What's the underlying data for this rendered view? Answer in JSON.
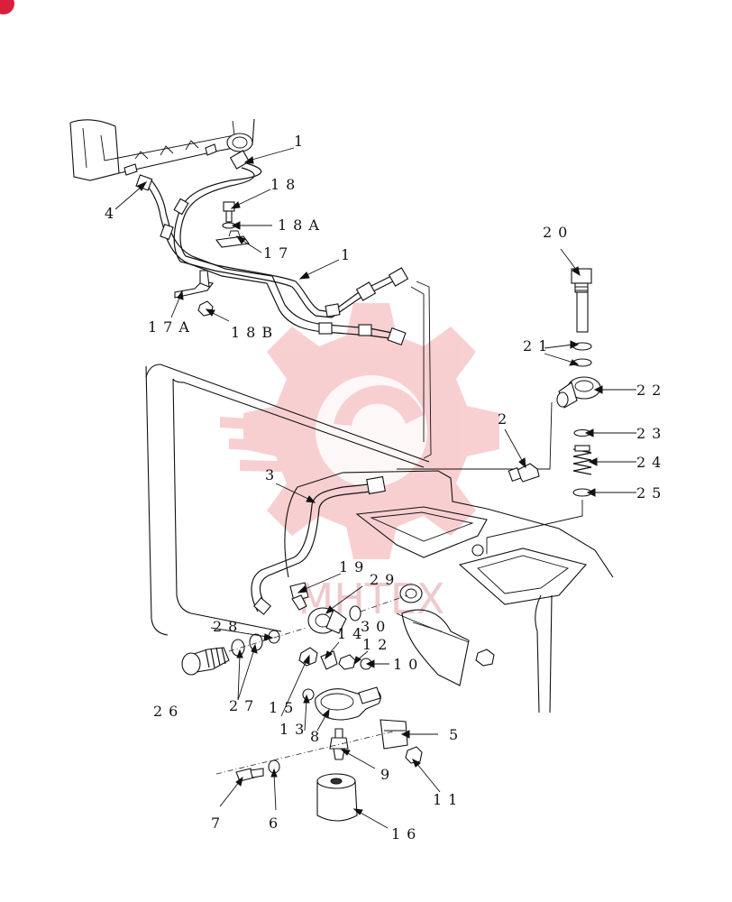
{
  "badge_color": "#d8203a",
  "watermark": {
    "text": "MHTEX",
    "color": "#f2a3a8"
  },
  "callouts": [
    {
      "id": "c1a",
      "text": "1"
    },
    {
      "id": "c1b",
      "text": "1"
    },
    {
      "id": "c2",
      "text": "2"
    },
    {
      "id": "c3",
      "text": "3"
    },
    {
      "id": "c4",
      "text": "4"
    },
    {
      "id": "c5",
      "text": "5"
    },
    {
      "id": "c6",
      "text": "6"
    },
    {
      "id": "c7",
      "text": "7"
    },
    {
      "id": "c8",
      "text": "8"
    },
    {
      "id": "c9",
      "text": "9"
    },
    {
      "id": "c10",
      "text": "10"
    },
    {
      "id": "c11",
      "text": "11"
    },
    {
      "id": "c12",
      "text": "12"
    },
    {
      "id": "c13",
      "text": "13"
    },
    {
      "id": "c14",
      "text": "14"
    },
    {
      "id": "c15",
      "text": "15"
    },
    {
      "id": "c16",
      "text": "16"
    },
    {
      "id": "c17",
      "text": "17"
    },
    {
      "id": "c17a",
      "text": "17A"
    },
    {
      "id": "c18",
      "text": "18"
    },
    {
      "id": "c18a",
      "text": "18A"
    },
    {
      "id": "c18b",
      "text": "18B"
    },
    {
      "id": "c19",
      "text": "19"
    },
    {
      "id": "c20",
      "text": "20"
    },
    {
      "id": "c21",
      "text": "21"
    },
    {
      "id": "c22",
      "text": "22"
    },
    {
      "id": "c23",
      "text": "23"
    },
    {
      "id": "c24",
      "text": "24"
    },
    {
      "id": "c25",
      "text": "25"
    },
    {
      "id": "c26",
      "text": "26"
    },
    {
      "id": "c27",
      "text": "27"
    },
    {
      "id": "c28",
      "text": "28"
    },
    {
      "id": "c29",
      "text": "29"
    },
    {
      "id": "c30",
      "text": "30"
    }
  ]
}
